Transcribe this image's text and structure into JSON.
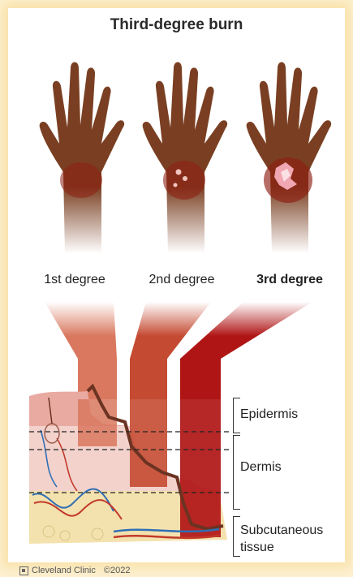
{
  "title": "Third-degree burn",
  "degrees": [
    {
      "label": "1st degree",
      "bold": false
    },
    {
      "label": "2nd degree",
      "bold": false
    },
    {
      "label": "3rd degree",
      "bold": true
    }
  ],
  "layers": [
    "Epidermis",
    "Dermis",
    "Subcutaneous tissue"
  ],
  "layer_lines": [
    "Subcutaneous",
    "tissue"
  ],
  "footer": {
    "brand": "Cleveland Clinic",
    "copyright": "©2022"
  },
  "colors": {
    "skin": "#7a3f22",
    "burn_1": "#d9785f",
    "burn_2": "#c54a32",
    "burn_3": "#b01515",
    "background": "#fdf0cf"
  }
}
